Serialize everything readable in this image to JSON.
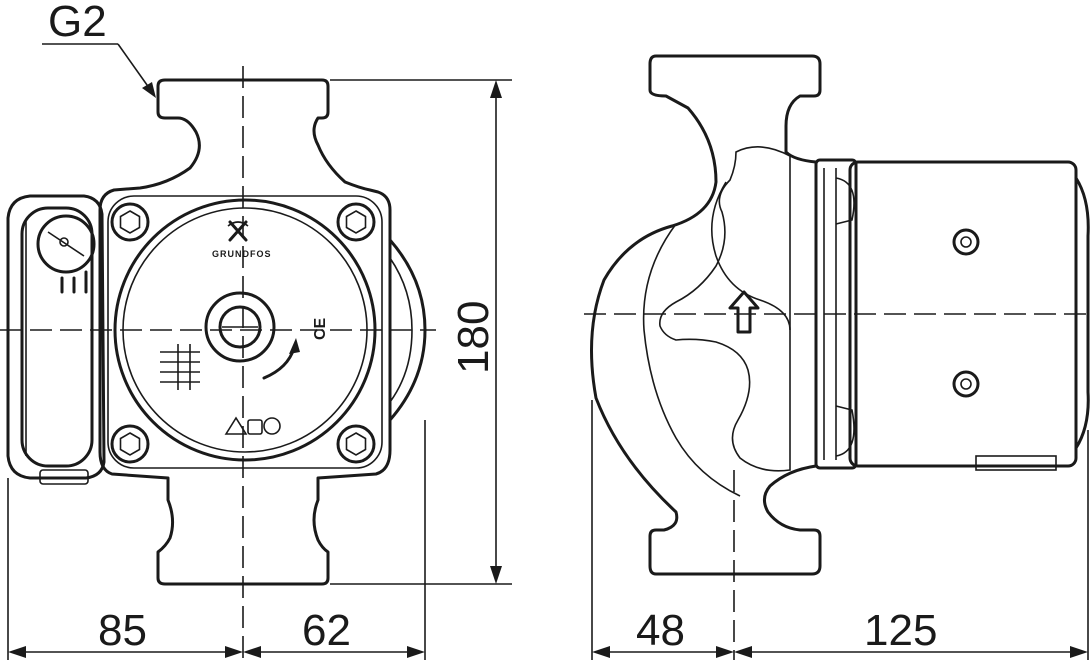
{
  "callout": {
    "connection_label": "G2"
  },
  "front_view": {
    "brand_name": "GRUNDFOS",
    "mark": "CE",
    "dimensions": {
      "height": "180",
      "left": "85",
      "right": "62"
    }
  },
  "side_view": {
    "dimensions": {
      "left": "48",
      "right": "125"
    }
  }
}
